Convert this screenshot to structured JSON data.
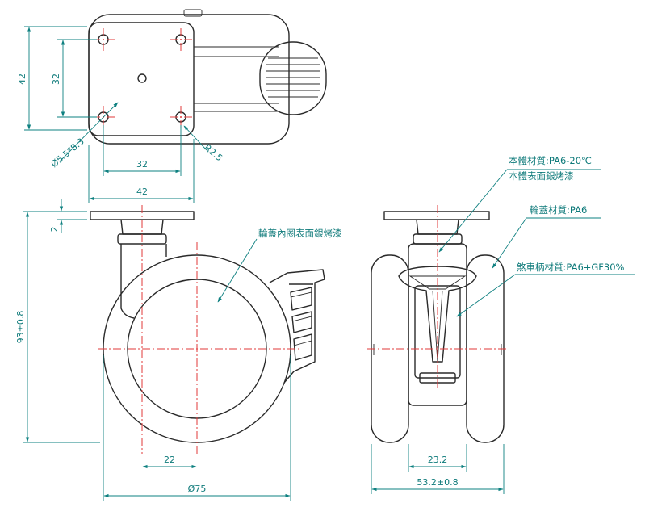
{
  "dimensions": {
    "top_height_42": "42",
    "top_hole_pitch_v": "32",
    "top_hole_pitch_h": "32",
    "top_width_42": "42",
    "hole_dia": "Ø5.5*8.3",
    "corner_radius": "R2.5",
    "plate_thickness": "2",
    "overall_height": "93±0.8",
    "offset": "22",
    "wheel_dia": "Ø75",
    "wheel_gap": "23.2",
    "overall_width": "53.2±0.8"
  },
  "notes": {
    "body_material": "本體材質:PA6-20℃",
    "body_finish": "本體表面銀烤漆",
    "cover_material": "輪蓋材質:PA6",
    "brake_material": "煞車柄材質:PA6+GF30%",
    "inner_ring_finish": "輪蓋內圈表面銀烤漆"
  },
  "colors": {
    "outline": "#2a2a2a",
    "centerline": "#e23a3a",
    "dimension": "#0e8080"
  }
}
